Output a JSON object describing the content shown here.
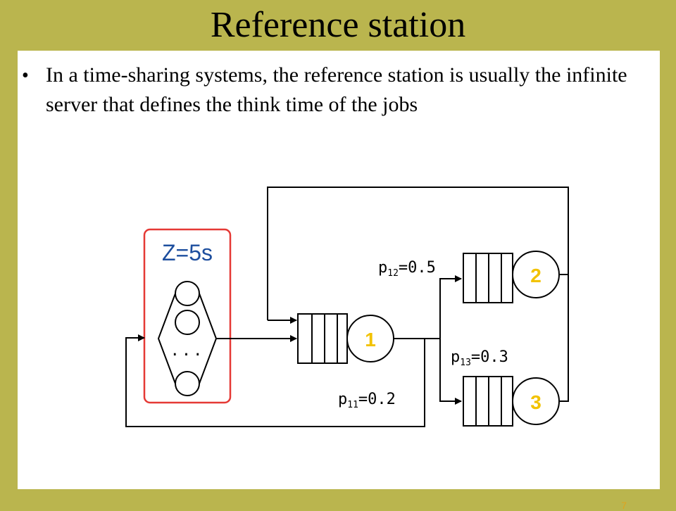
{
  "slide": {
    "title": "Reference station",
    "bullet": "In a time-sharing systems, the reference station is usually the infinite server that defines the think time of the jobs",
    "page_number": "7"
  },
  "diagram": {
    "think_time_label": "Z=5s",
    "infinite_server_ellipsis": "...",
    "stations": [
      {
        "label": "1"
      },
      {
        "label": "2"
      },
      {
        "label": "3"
      }
    ],
    "routing": [
      {
        "p": "p",
        "sub": "12",
        "value": "=0.5"
      },
      {
        "p": "p",
        "sub": "13",
        "value": "=0.3"
      },
      {
        "p": "p",
        "sub": "11",
        "value": "=0.2"
      }
    ],
    "colors": {
      "highlight_box": "#e53935",
      "z_label": "#1d4e9e",
      "station_label": "#f2c200",
      "line": "#000000"
    }
  }
}
